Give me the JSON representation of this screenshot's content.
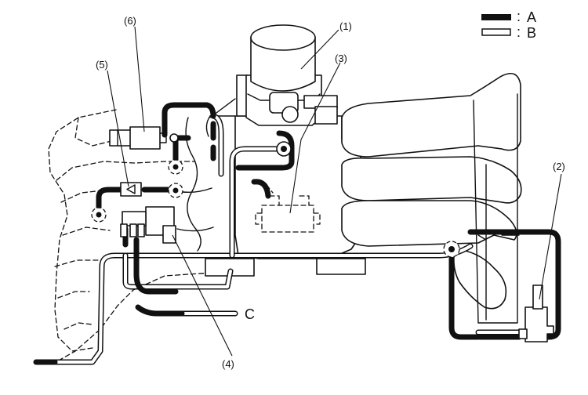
{
  "legend": {
    "items": [
      {
        "swatch": "black",
        "sep": ":",
        "label": "A"
      },
      {
        "swatch": "white",
        "sep": ":",
        "label": "B"
      }
    ]
  },
  "callouts": {
    "c1": "(1)",
    "c2": "(2)",
    "c3": "(3)",
    "c4": "(4)",
    "c5": "(5)",
    "c6": "(6)"
  },
  "hose_end_label": "C"
}
